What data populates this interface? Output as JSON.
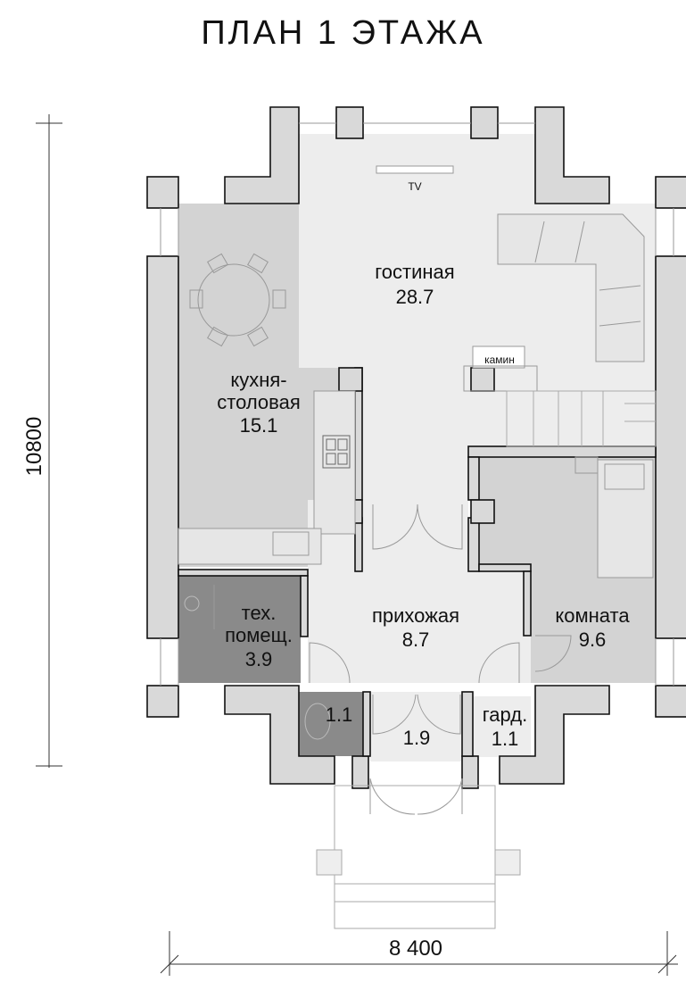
{
  "title": "ПЛАН  1  ЭТАЖА",
  "dimensions": {
    "height": "10800",
    "width": "8 400"
  },
  "rooms": {
    "living": {
      "name": "гостиная",
      "area": "28.7"
    },
    "kitchen": {
      "name1": "кухня-",
      "name2": "столовая",
      "area": "15.1"
    },
    "tech": {
      "name1": "тех.",
      "name2": "помещ.",
      "area": "3.9"
    },
    "hall": {
      "name": "прихожая",
      "area": "8.7"
    },
    "room": {
      "name": "комната",
      "area": "9.6"
    },
    "wc": {
      "area": "1.1"
    },
    "vestibule": {
      "area": "1.9"
    },
    "wardrobe": {
      "name": "гард.",
      "area": "1.1"
    }
  },
  "labels": {
    "tv": "TV",
    "fireplace": "камин"
  },
  "colors": {
    "floor_light": "#ededed",
    "floor_mid": "#d3d3d3",
    "floor_dark": "#8a8a8a",
    "wall": "#d9d9d9"
  }
}
